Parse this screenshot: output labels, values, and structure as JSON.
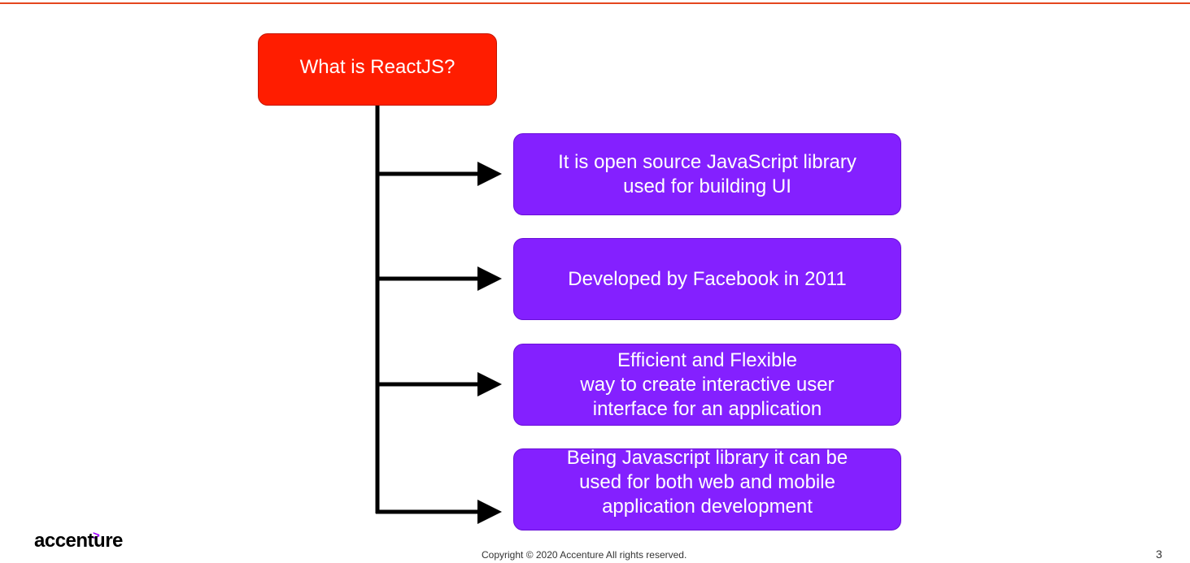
{
  "title": "What is ReactJS?",
  "points": [
    "It is open source JavaScript library\nused for building UI",
    "Developed by Facebook in 2011",
    "Efficient and Flexible\nway to create interactive user\ninterface for an application",
    "Being Javascript library it can be\nused for both web and mobile\napplication development"
  ],
  "footer": {
    "logo_text": "accenture",
    "logo_mark": ">",
    "copyright": "Copyright © 2020 Accenture  All rights reserved.",
    "page_number": "3"
  },
  "colors": {
    "title_box": "#ff1d00",
    "point_box": "#8420ff",
    "rule": "#e4461e",
    "logo_mark": "#a100ff"
  }
}
